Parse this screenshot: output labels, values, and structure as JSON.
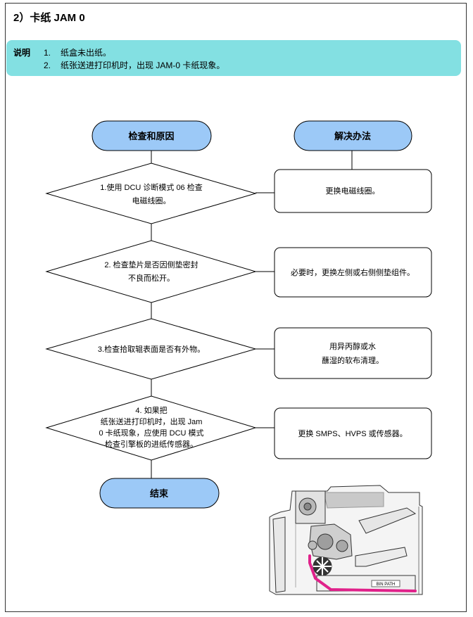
{
  "section_title": "2）卡纸 JAM 0",
  "note": {
    "label": "说明",
    "items": [
      {
        "num": "1.",
        "text": "纸盒未出纸。"
      },
      {
        "num": "2.",
        "text": "纸张送进打印机时，出现 JAM-0 卡纸现象。"
      }
    ]
  },
  "headers": {
    "cause": "检查和原因",
    "solution": "解决办法"
  },
  "steps": [
    {
      "cause_lines": [
        "1.使用 DCU 诊断模式 06 检查",
        "电磁线圈。"
      ],
      "solution_lines": [
        "更换电磁线圈。"
      ]
    },
    {
      "cause_lines": [
        "2. 检查垫片是否因侧垫密封",
        "不良而松开。"
      ],
      "solution_lines": [
        "必要时，更换左侧或右侧侧垫组件。"
      ]
    },
    {
      "cause_lines": [
        "3.检查拾取辊表面是否有外物。"
      ],
      "solution_lines": [
        "用异丙醇或水",
        "蘸湿的软布清理。"
      ]
    },
    {
      "cause_lines": [
        "4. 如果把",
        "纸张送进打印机时，出现 Jam",
        "0 卡纸现象，应使用 DCU 模式",
        "检查引擎板的进纸传感器。"
      ],
      "solution_lines": [
        "更换 SMPS、HVPS 或传感器。"
      ]
    }
  ],
  "end_label": "结束",
  "illustration": {
    "label": "BIN PATH",
    "colors": {
      "paper_path": "#e0218a",
      "pill_fill": "#9cc9f7"
    }
  }
}
